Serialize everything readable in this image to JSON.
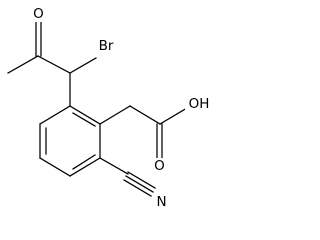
{
  "structure": {
    "atoms": {
      "oxygen_ketone": "O",
      "bromine": "Br",
      "oxygen_hydroxyl": "OH",
      "oxygen_carbonyl": "O",
      "nitrogen": "N"
    }
  }
}
